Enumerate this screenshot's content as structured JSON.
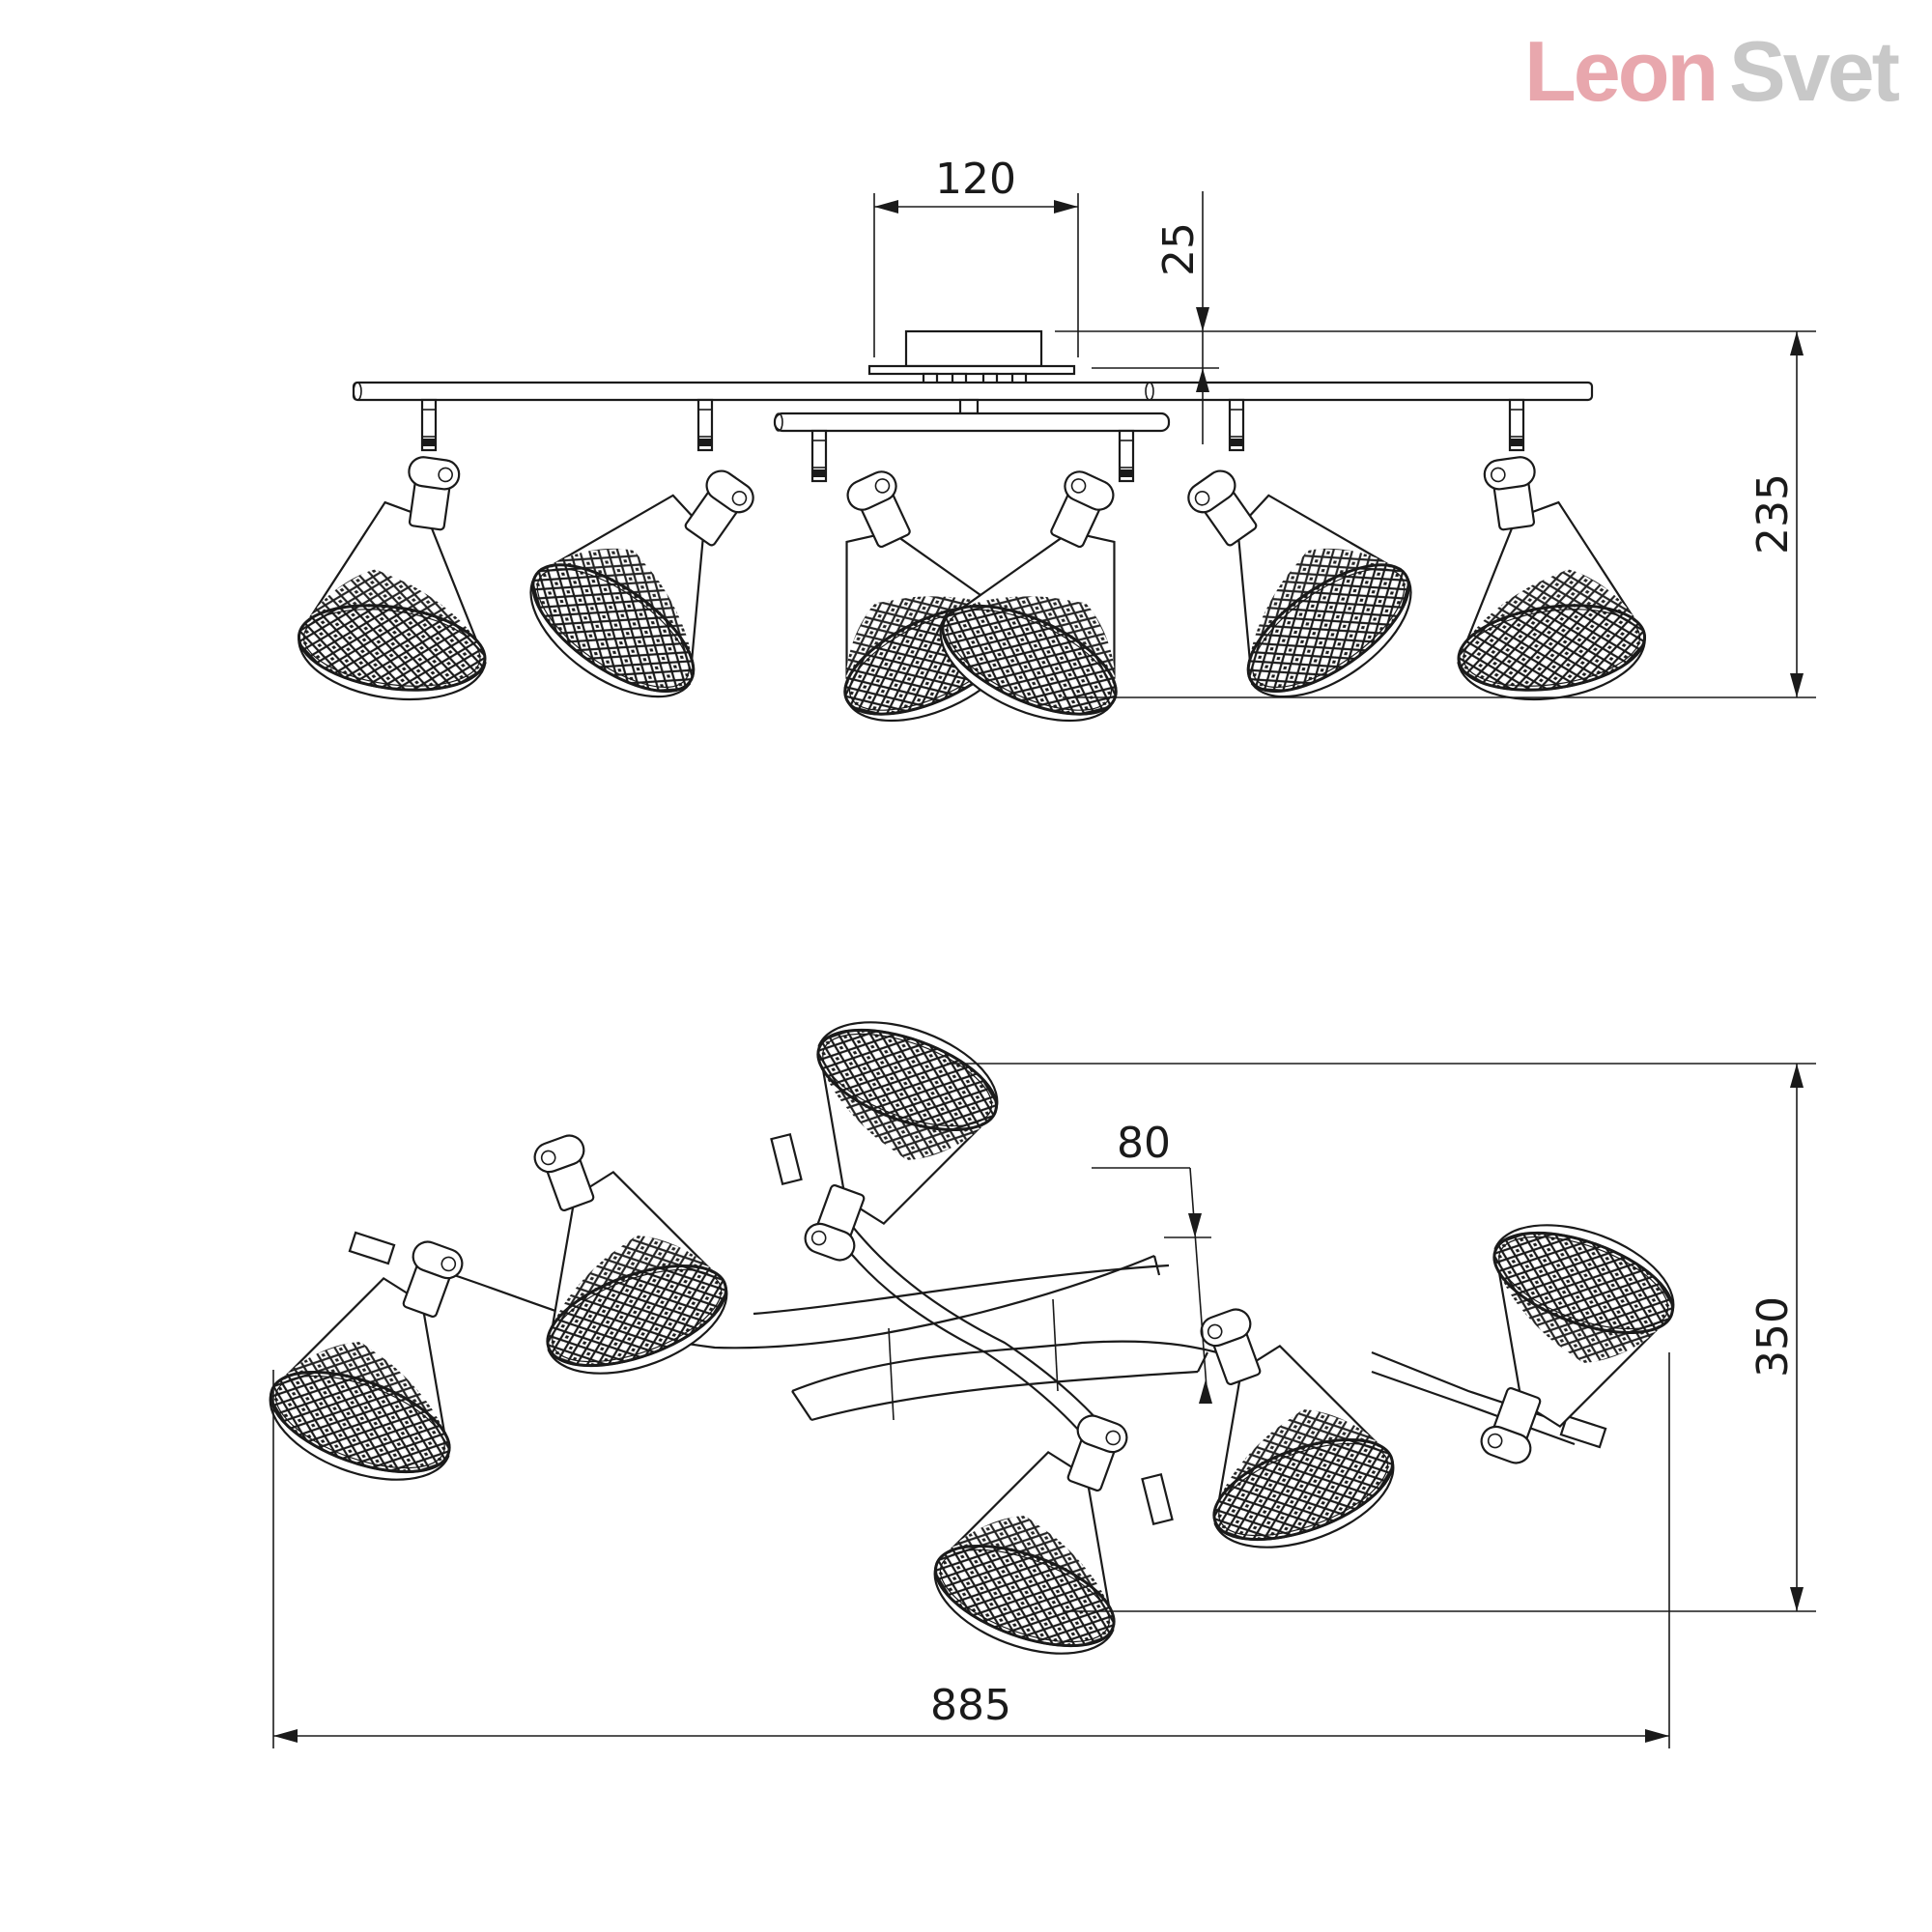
{
  "logo": {
    "part1": "Leon",
    "part2": "Svet",
    "color1": "#e8a7ad",
    "color2": "#c8c8c8"
  },
  "dimensions": {
    "base_width": "120",
    "base_height": "25",
    "total_height": "235",
    "arm_offset": "80",
    "depth": "350",
    "total_length": "885"
  }
}
